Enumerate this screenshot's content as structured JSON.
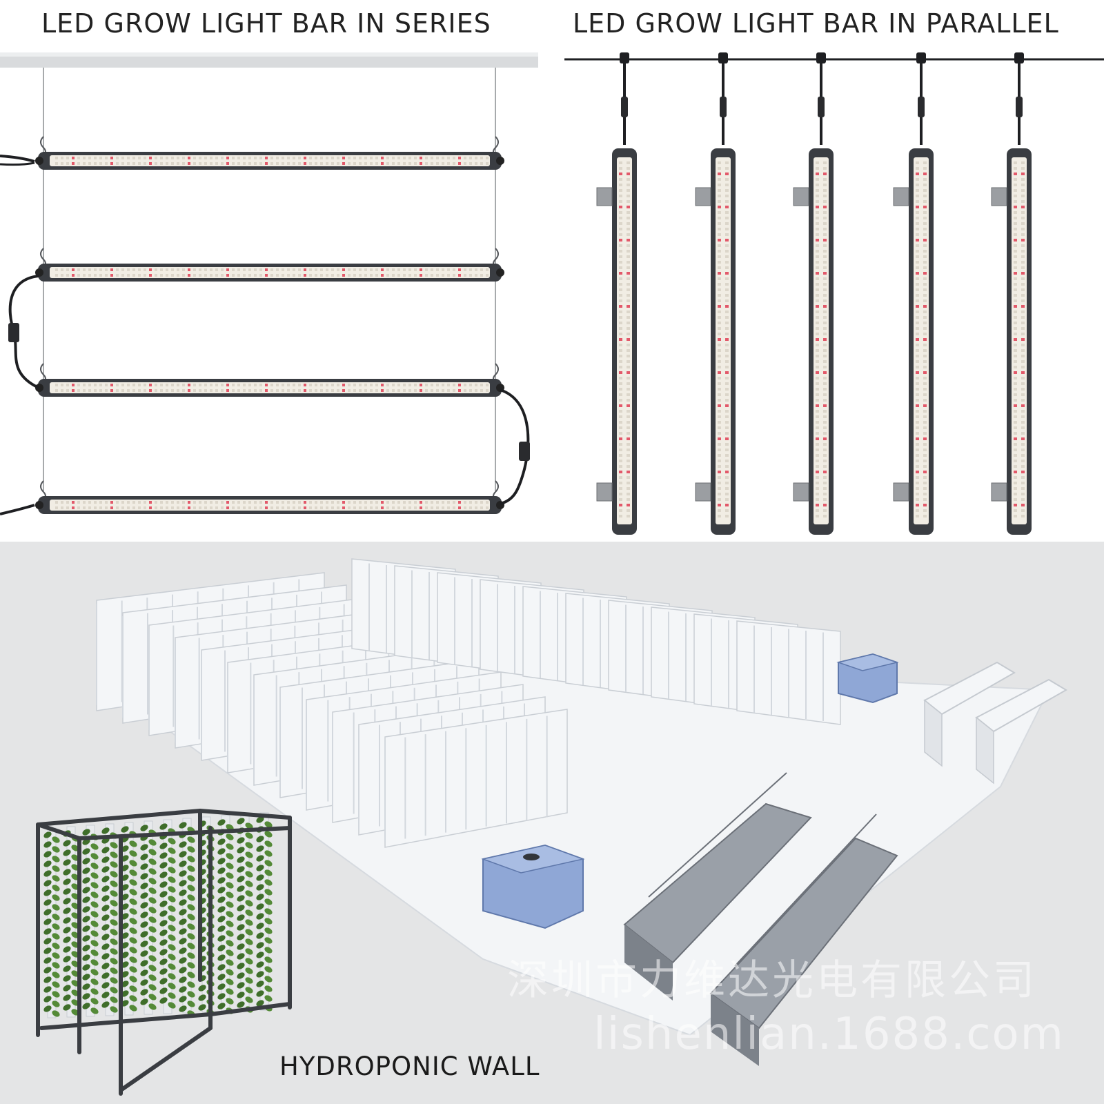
{
  "titles": {
    "series": "LED GROW LIGHT BAR IN SERIES",
    "parallel": "LED GROW LIGHT BAR IN PARALLEL",
    "hydroponic": "HYDROPONIC WALL"
  },
  "watermark": {
    "company": "深圳市力维达光电有限公司",
    "url": "lishenlian.1688.com"
  },
  "colors": {
    "bar_housing": "#3a3d42",
    "led_white": "#f1ede4",
    "led_red": "#e2596a",
    "cable": "#1e1f22",
    "rack": "#f4f6f8",
    "tank_blue": "#8fa7d6",
    "plant_green": "#3f6e2a"
  }
}
